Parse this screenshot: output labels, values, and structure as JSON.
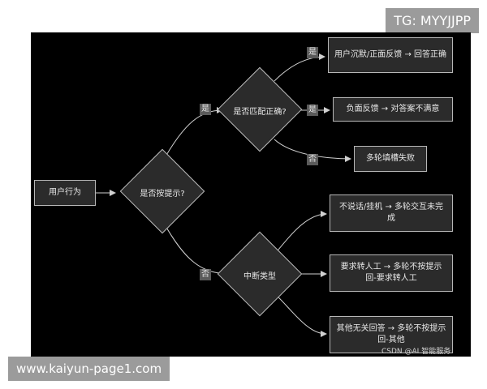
{
  "watermark_top_right": "TG: MYYJJPP",
  "watermark_bottom_left": "www.kaiyun-page1.com",
  "credit": "CSDN @AI 智能服务",
  "nodes": {
    "user_behavior": "用户行为",
    "prompted": "是否按提示?",
    "match_correct": "是否匹配正确?",
    "interrupt_type": "中断类型",
    "silent_positive": "用户沉默/正面反馈 → 回答正确",
    "negative_feedback": "负面反馈 → 对答案不满意",
    "multi_fill_fail": "多轮填槽失败",
    "no_talk_hangup": "不说话/挂机 → 多轮交互未完成",
    "request_human": "要求转人工 → 多轮不按提示回-要求转人工",
    "other_irrelevant": "其他无关回答 → 多轮不按提示回-其他"
  },
  "edge_labels": {
    "prompted_yes": "是",
    "prompted_no": "否",
    "match_yes_1": "是",
    "match_yes_2": "是",
    "match_no": "否"
  }
}
